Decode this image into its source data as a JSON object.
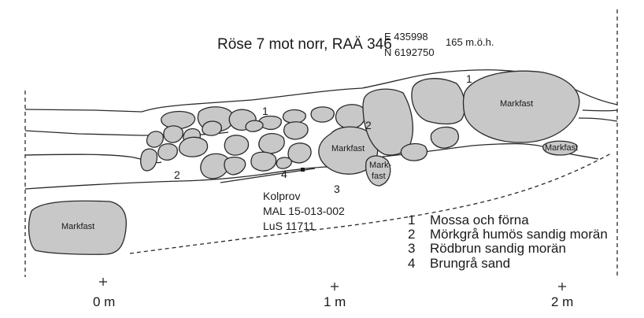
{
  "title": "Röse 7 mot norr, RAÄ 346",
  "coordinates": {
    "easting": "E 435998",
    "northing": "N 6192750",
    "elevation": "165 m.ö.h."
  },
  "labels": {
    "markfast": "Markfast",
    "markfast_split_1": "Mark-",
    "markfast_split_2": "fast",
    "layer_1": "1",
    "layer_2": "2",
    "layer_3": "3",
    "layer_4": "4"
  },
  "sample": {
    "line1": "Kolprov",
    "line2": "MAL 15-013-002",
    "line3": "LuS 11711"
  },
  "legend": [
    {
      "num": "1",
      "text": "Mossa och förna"
    },
    {
      "num": "2",
      "text": "Mörkgrå humös sandig morän"
    },
    {
      "num": "3",
      "text": "Rödbrun sandig morän"
    },
    {
      "num": "4",
      "text": "Brungrå sand"
    }
  ],
  "scale": [
    "0 m",
    "1 m",
    "2 m"
  ],
  "colors": {
    "stone_fill": "#c8c8c8",
    "outline": "#2a2a2a"
  }
}
